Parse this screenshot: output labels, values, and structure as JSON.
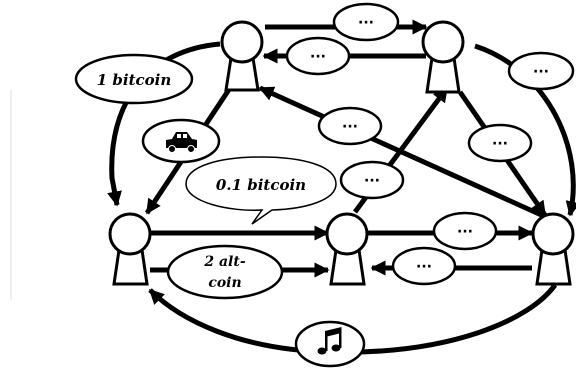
{
  "labels": {
    "one_bitcoin": "1 bitcoin",
    "point_one_bitcoin": "0.1 bitcoin",
    "two_altcoin_line1": "2 alt-",
    "two_altcoin_line2": "coin",
    "ellipsis": "···"
  },
  "icons": {
    "car": "car-icon",
    "music": "music-note-icon"
  },
  "colors": {
    "stroke": "#000000",
    "fill": "#ffffff"
  }
}
